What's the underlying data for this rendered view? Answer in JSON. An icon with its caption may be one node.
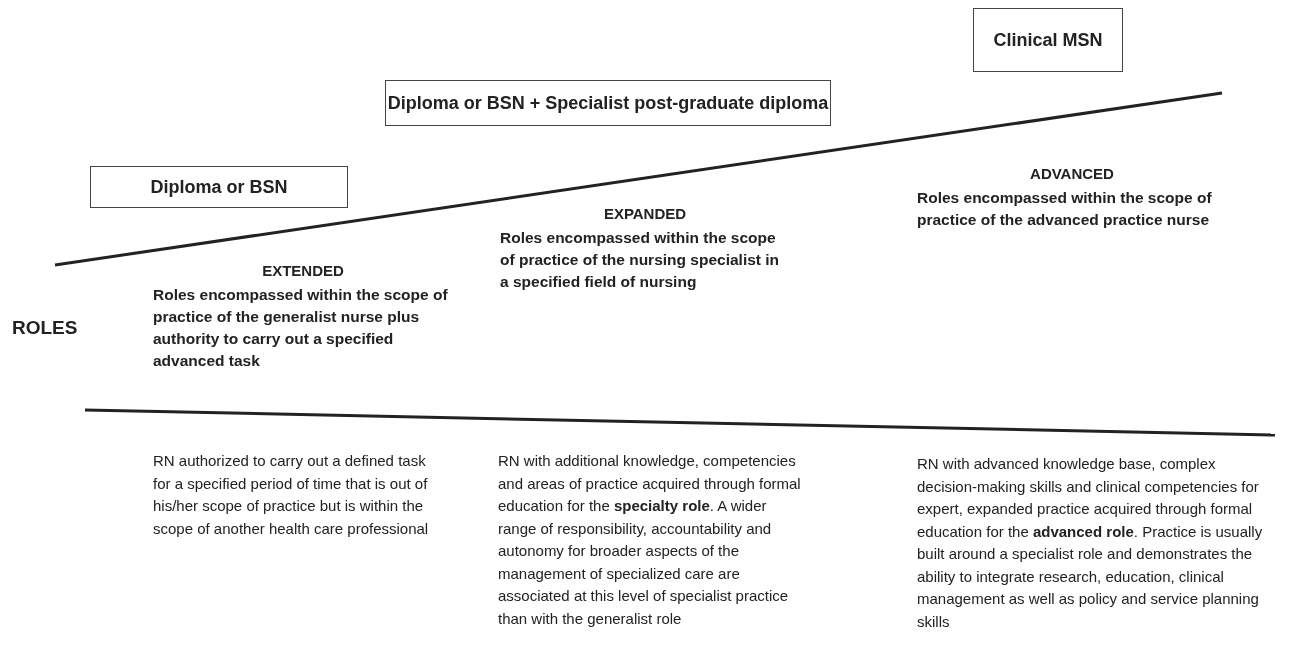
{
  "diagram": {
    "nodes": [
      {
        "text": [
          "Diploma or BSN"
        ]
      },
      {
        "text": [
          "Diploma or BSN + Specialist post-graduate diploma"
        ]
      },
      {
        "text": [
          "Clinical MSN"
        ]
      }
    ],
    "labels": [
      "ROLES",
      "EXTENDED",
      "Roles encompassed within the scope of practice of the generalist nurse plus authority to carry out a specified advanced task",
      "EXPANDED",
      "Roles encompassed within the scope of practice of the nursing specialist in a specified field of nursing",
      "ADVANCED",
      "Roles encompassed within the scope of practice of the advanced practice nurse",
      "RN authorized to carry out a defined task for a specified period of time that is out of his/her scope of practice but is within the scope of another health care professional",
      "RN with additional knowledge, competencies and areas of practice acquired through formal education for the **specialty role**. A wider range of responsibility, accountability and autonomy for broader aspects of the management of specialized care are associated at this level of specialist practice than with the generalist role",
      "RN with advanced knowledge base, complex decision-making skills and clinical competencies for expert, expanded practice acquired through formal education for the **advanced role**. Practice is usually built around a specialist role and demonstrates the ability to integrate research, education, clinical management as well as policy and service planning skills"
    ]
  }
}
